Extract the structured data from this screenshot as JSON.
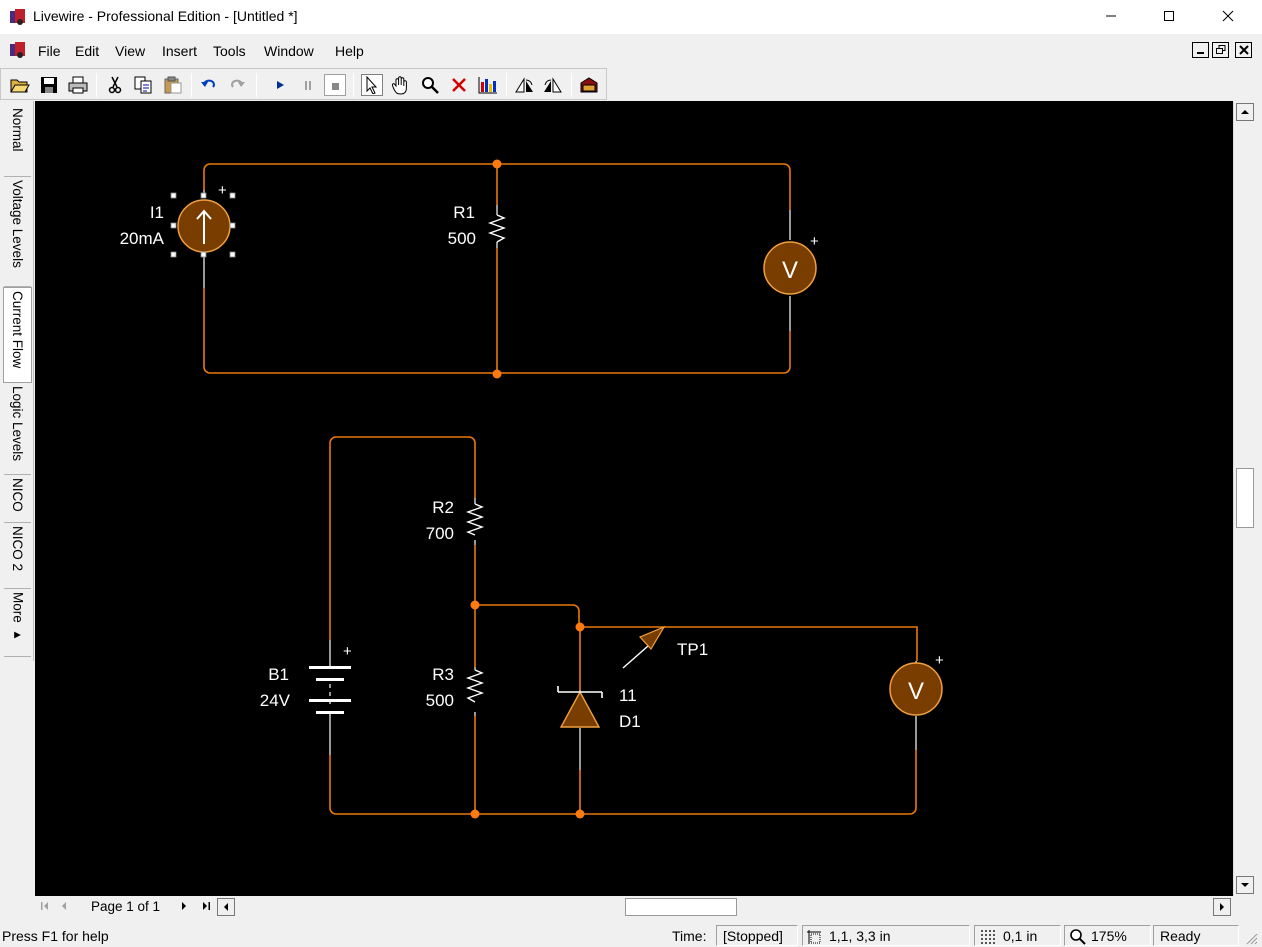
{
  "window": {
    "title": "Livewire - Professional Edition - [Untitled *]",
    "minimize_icon": "minimize-icon",
    "maximize_icon": "maximize-icon",
    "close_icon": "close-icon"
  },
  "menu": {
    "items": [
      "File",
      "Edit",
      "View",
      "Insert",
      "Tools",
      "Window",
      "Help"
    ]
  },
  "toolbar": {
    "icons": [
      "open-folder-icon",
      "save-icon",
      "print-icon",
      "cut-icon",
      "copy-icon",
      "paste-icon",
      "undo-icon",
      "redo-icon",
      "run-icon",
      "pause-icon",
      "stop-icon",
      "pointer-icon",
      "hand-icon",
      "zoom-icon",
      "delete-icon",
      "graph-icon",
      "rotate-left-icon",
      "rotate-right-icon",
      "gallery-icon"
    ]
  },
  "sidetabs": [
    "Normal",
    "Voltage Levels",
    "Current Flow",
    "Logic Levels",
    "NICO",
    "NICO 2",
    "More ▸"
  ],
  "circuit": {
    "wire_color": "#e8780a",
    "component_fill": "#7a3d00",
    "i1": {
      "name": "I1",
      "value": "20mA",
      "plus": "+"
    },
    "r1": {
      "name": "R1",
      "value": "500"
    },
    "vm1": {
      "symbol": "V",
      "plus": "+"
    },
    "r2": {
      "name": "R2",
      "value": "700"
    },
    "r3": {
      "name": "R3",
      "value": "500"
    },
    "b1": {
      "name": "B1",
      "value": "24V",
      "plus": "+"
    },
    "d1": {
      "name": "D1",
      "value": "11"
    },
    "tp1": {
      "name": "TP1"
    },
    "vm2": {
      "symbol": "V",
      "plus": "+"
    }
  },
  "pager": {
    "label": "Page 1 of 1"
  },
  "status": {
    "help": "Press F1 for help",
    "time_label": "Time:",
    "time_value": "[Stopped]",
    "position": "1,1, 3,3 in",
    "grid": "0,1 in",
    "zoom": "175%",
    "state": "Ready"
  }
}
